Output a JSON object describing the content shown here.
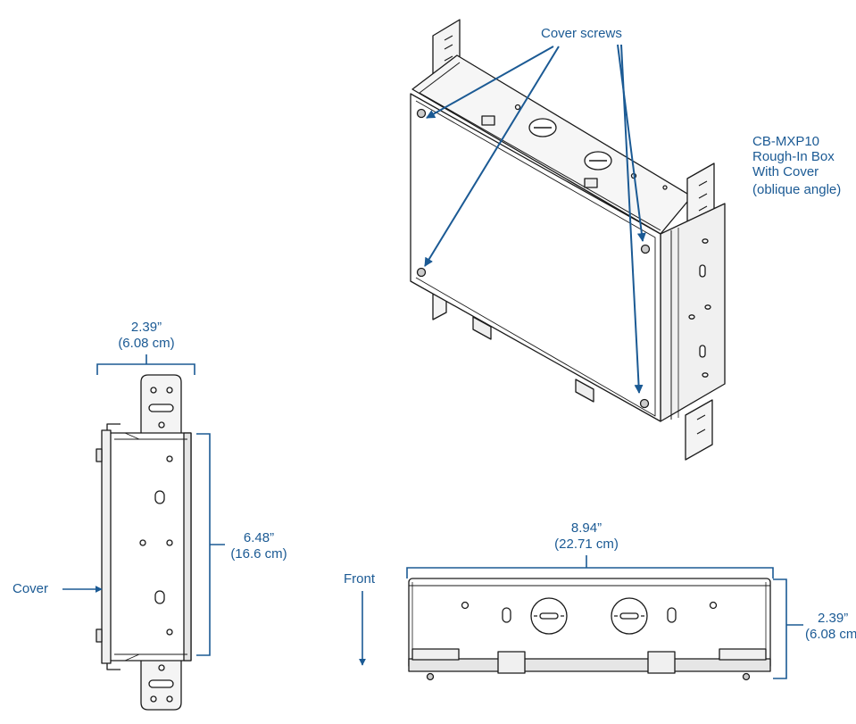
{
  "colors": {
    "accent": "#1b5a94",
    "outline": "#1a1a1a",
    "fill_light": "#f2f2f2",
    "fill_mid": "#dcdcdc"
  },
  "callouts": {
    "cover_screws": "Cover screws",
    "cover": "Cover",
    "front": "Front"
  },
  "product": {
    "model": "CB-MXP10",
    "line2": "Rough-In Box",
    "line3": "With Cover",
    "line4": "(oblique angle)"
  },
  "dimensions": {
    "side_width_in": "2.39”",
    "side_width_cm": "(6.08 cm)",
    "side_height_in": "6.48”",
    "side_height_cm": "(16.6 cm)",
    "front_width_in": "8.94”",
    "front_width_cm": "(22.71 cm)",
    "front_depth_in": "2.39”",
    "front_depth_cm": "(6.08 cm)"
  },
  "icons": [
    "arrow-icon",
    "box-oblique-view",
    "box-side-view",
    "box-front-view"
  ]
}
